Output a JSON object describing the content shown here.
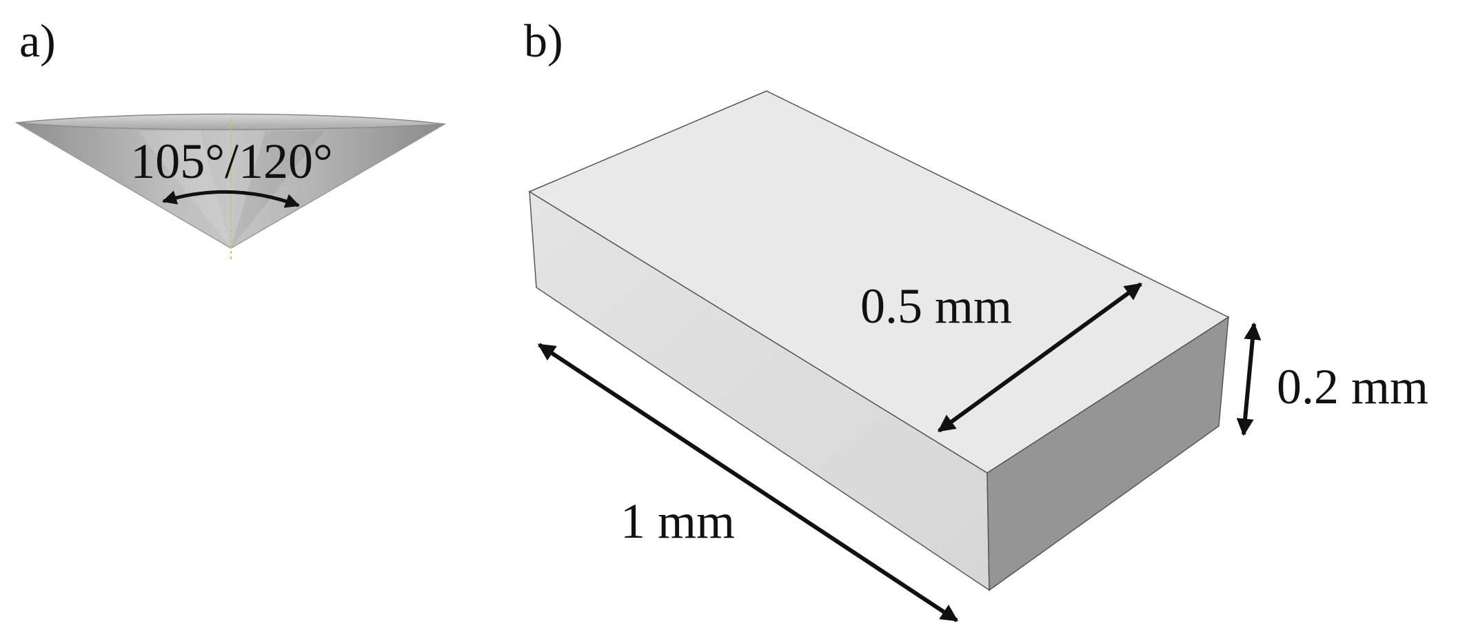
{
  "panel_a": {
    "label": "a)",
    "angle_label": "105°/120°"
  },
  "panel_b": {
    "label": "b)",
    "width_label": "0.5 mm",
    "height_label": "0.2 mm",
    "length_label": "1 mm"
  }
}
